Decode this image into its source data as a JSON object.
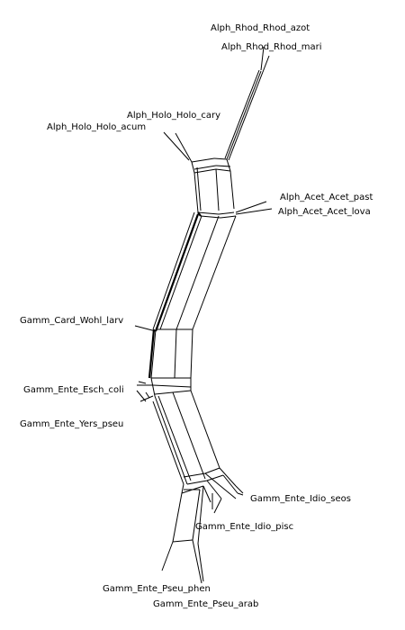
{
  "diagram": {
    "type": "splits-network",
    "taxa": [
      {
        "id": "rhod_azot",
        "label": "Alph_Rhod_Rhod_azot"
      },
      {
        "id": "rhod_mari",
        "label": "Alph_Rhod_Rhod_mari"
      },
      {
        "id": "holo_cary",
        "label": "Alph_Holo_Holo_cary"
      },
      {
        "id": "holo_acum",
        "label": "Alph_Holo_Holo_acum"
      },
      {
        "id": "acet_past",
        "label": "Alph_Acet_Acet_past"
      },
      {
        "id": "acet_lova",
        "label": "Alph_Acet_Acet_lova"
      },
      {
        "id": "wohl_larv",
        "label": "Gamm_Card_Wohl_larv"
      },
      {
        "id": "esch_coli",
        "label": "Gamm_Ente_Esch_coli"
      },
      {
        "id": "yers_pseu",
        "label": "Gamm_Ente_Yers_pseu"
      },
      {
        "id": "idio_seos",
        "label": "Gamm_Ente_Idio_seos"
      },
      {
        "id": "idio_pisc",
        "label": "Gamm_Ente_Idio_pisc"
      },
      {
        "id": "pseu_phen",
        "label": "Gamm_Ente_Pseu_phen"
      },
      {
        "id": "pseu_arab",
        "label": "Gamm_Ente_Pseu_arab"
      }
    ]
  }
}
